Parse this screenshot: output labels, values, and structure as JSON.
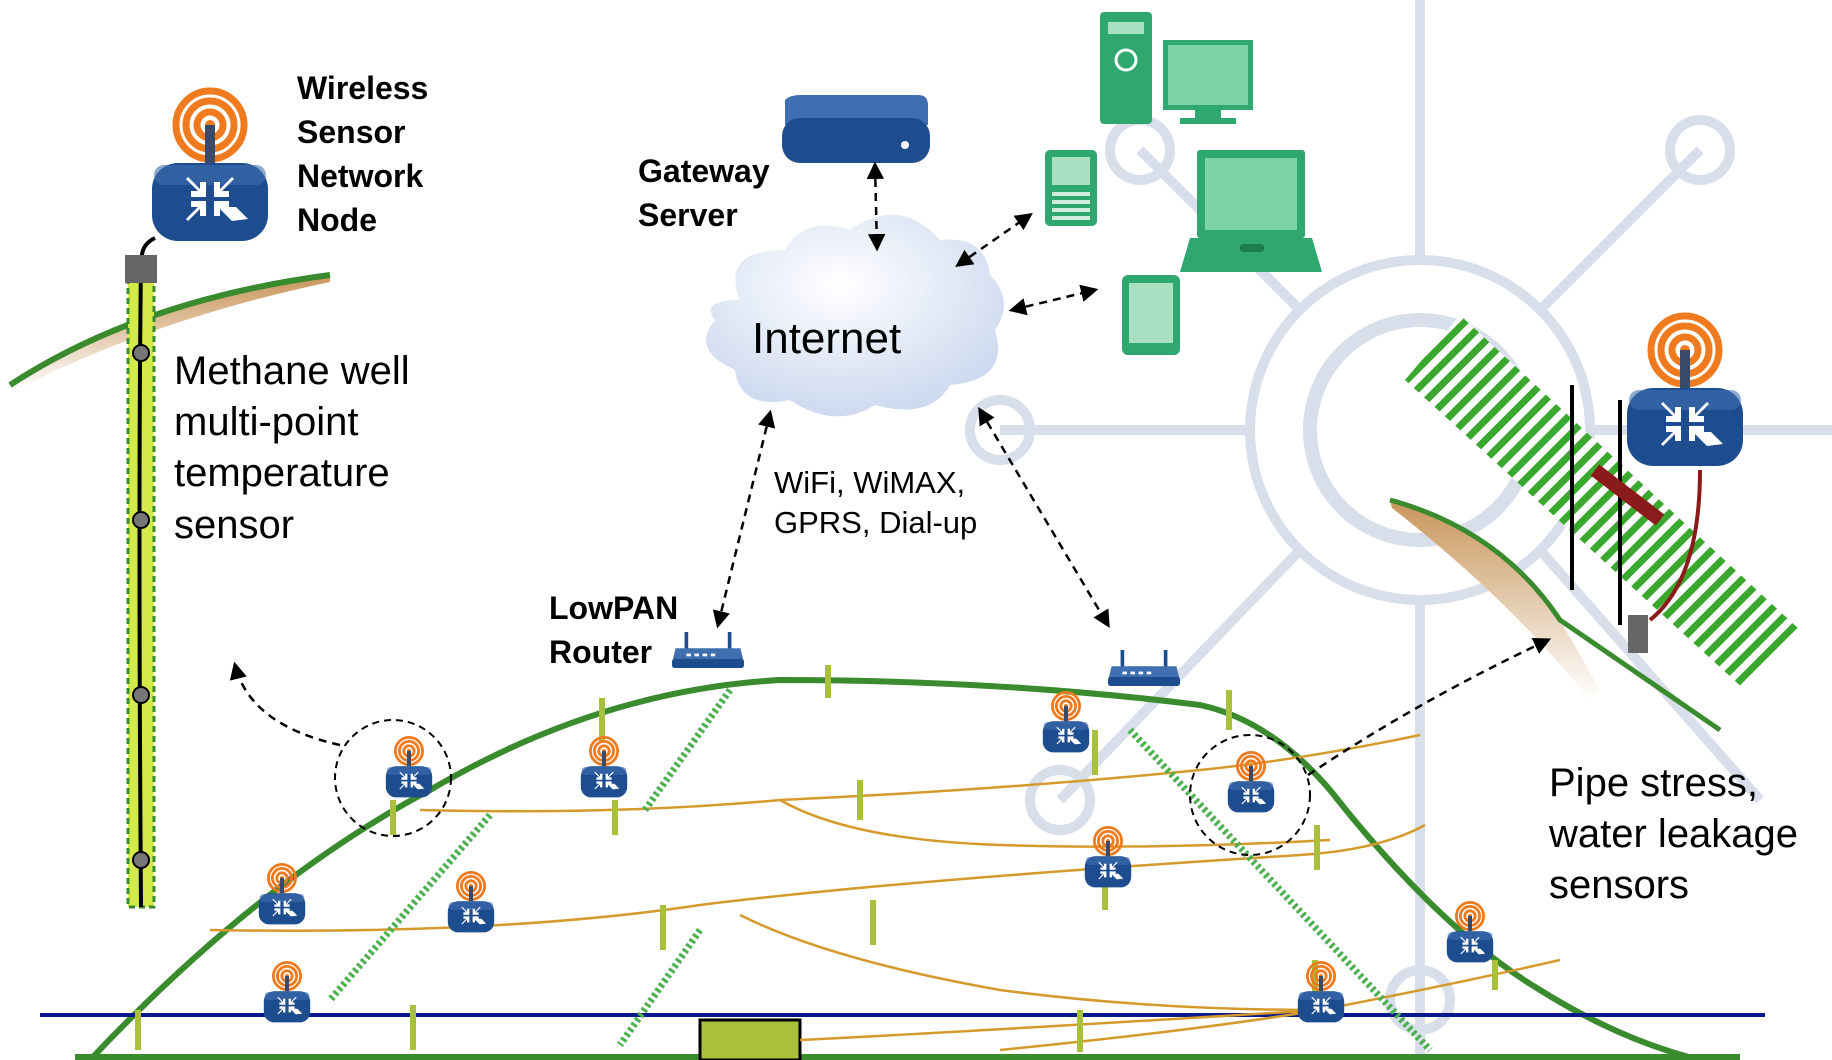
{
  "labels": {
    "wsn_node": "Wireless\nSensor\nNetwork\nNode",
    "methane": "Methane well\nmulti-point\ntemperature\nsensor",
    "gateway": "Gateway\nServer",
    "internet": "Internet",
    "links": "WiFi, WiMAX,\nGPRS, Dial-up",
    "router": "LowPAN\nRouter",
    "pipe": "Pipe stress,\nwater leakage\nsensors"
  },
  "colors": {
    "landfill_outline": "#3a8a2e",
    "pipe_yellow": "#a8c03a",
    "cable_orange": "#d59a2c",
    "node_blue": "#1e4d8f",
    "ring_orange": "#f07a1e",
    "device_green": "#2ea86f",
    "water_line": "#0a1a8c",
    "watermark": "#d8deea"
  },
  "icons": [
    "wireless-node-icon",
    "gateway-server-icon",
    "internet-cloud-icon",
    "router-icon",
    "desktop-computer-icon",
    "laptop-icon",
    "smartphone-icon",
    "tablet-icon"
  ]
}
